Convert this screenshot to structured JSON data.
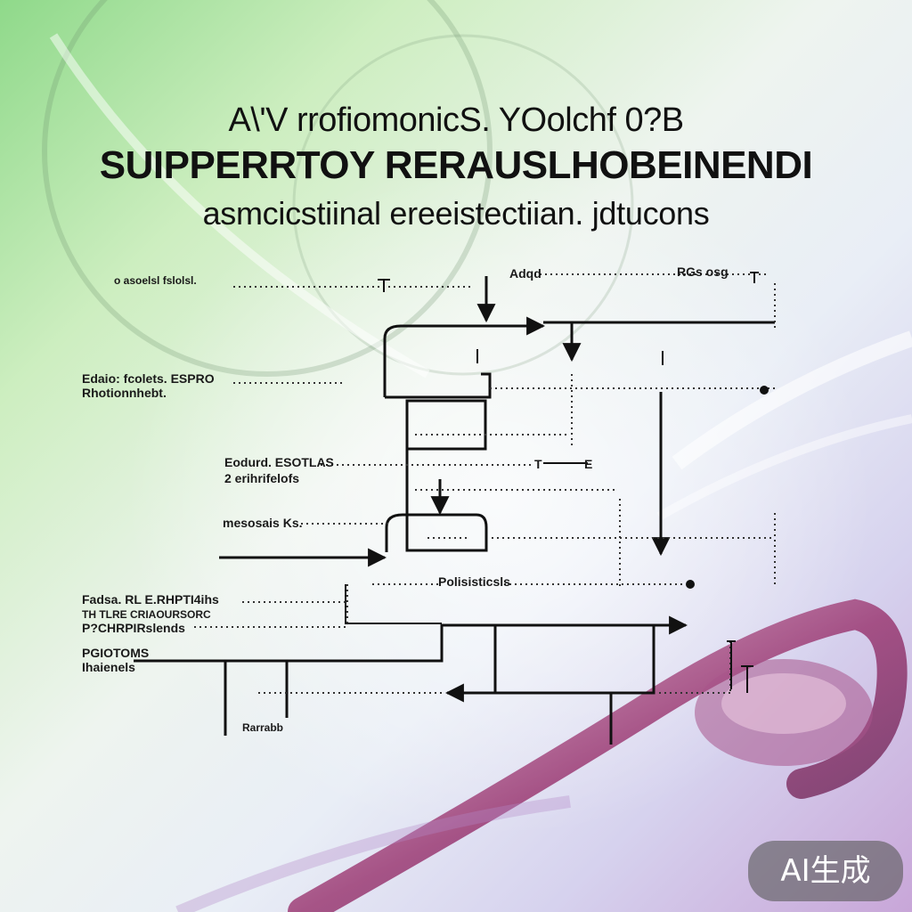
{
  "header": {
    "line1": "A\\'V rrofiomonicS. YOolchf 0?B",
    "line2": "SUIPPERRTOY RERAUSLHOBEINENDI",
    "line3": "asmcicstiinal ereeistectiian. jdtucons"
  },
  "labels": {
    "l1": "o asoelsl fslolsl.",
    "l2": "Edaio: fcolets. ESPRO",
    "l3": "Rhotionnhebt.",
    "l4": "Eodurd. ESOTLAS",
    "l5": "2 erihrifelofs",
    "l6": "mesosais Ks.",
    "l7": "Fadsa. RL E.RHPTI4ihs",
    "l8": "TH TLRE CRIAOURSORC",
    "l9": "P?CHRPIRslends",
    "l10": "PGIOTOMS",
    "l11": "Ihaienels",
    "l12": "Rarrabb",
    "n1": "Adqd",
    "n2": "RGs osg",
    "n3": "Polisisticsls",
    "n4": "T",
    "n5": "E"
  },
  "badge": {
    "text": "AI生成"
  },
  "colors": {
    "line": "#111111",
    "dot": "#333333",
    "badge_bg": "#5a5a5a"
  }
}
